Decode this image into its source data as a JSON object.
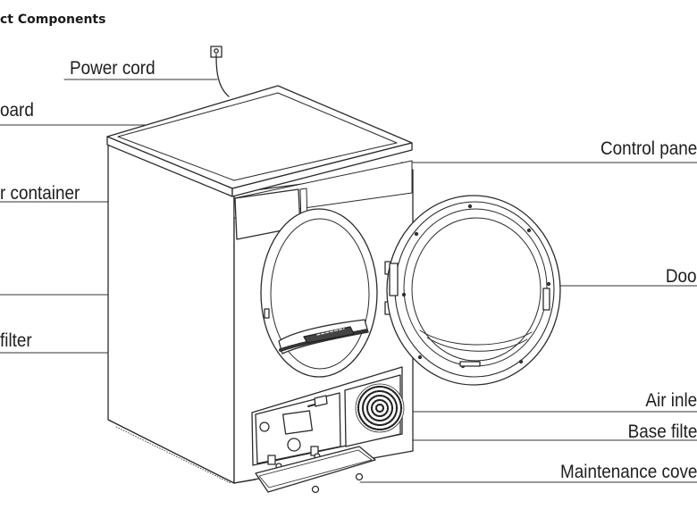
{
  "heading": "ct Components",
  "labels": {
    "power_cord": "Power cord",
    "board": "oard",
    "container": "r container",
    "filter": "filter",
    "control_panel": "Control pane",
    "door": "Doo",
    "air_inlet": "Air inle",
    "base_filter": "Base filte",
    "maintenance_cover": "Maintenance cove"
  }
}
